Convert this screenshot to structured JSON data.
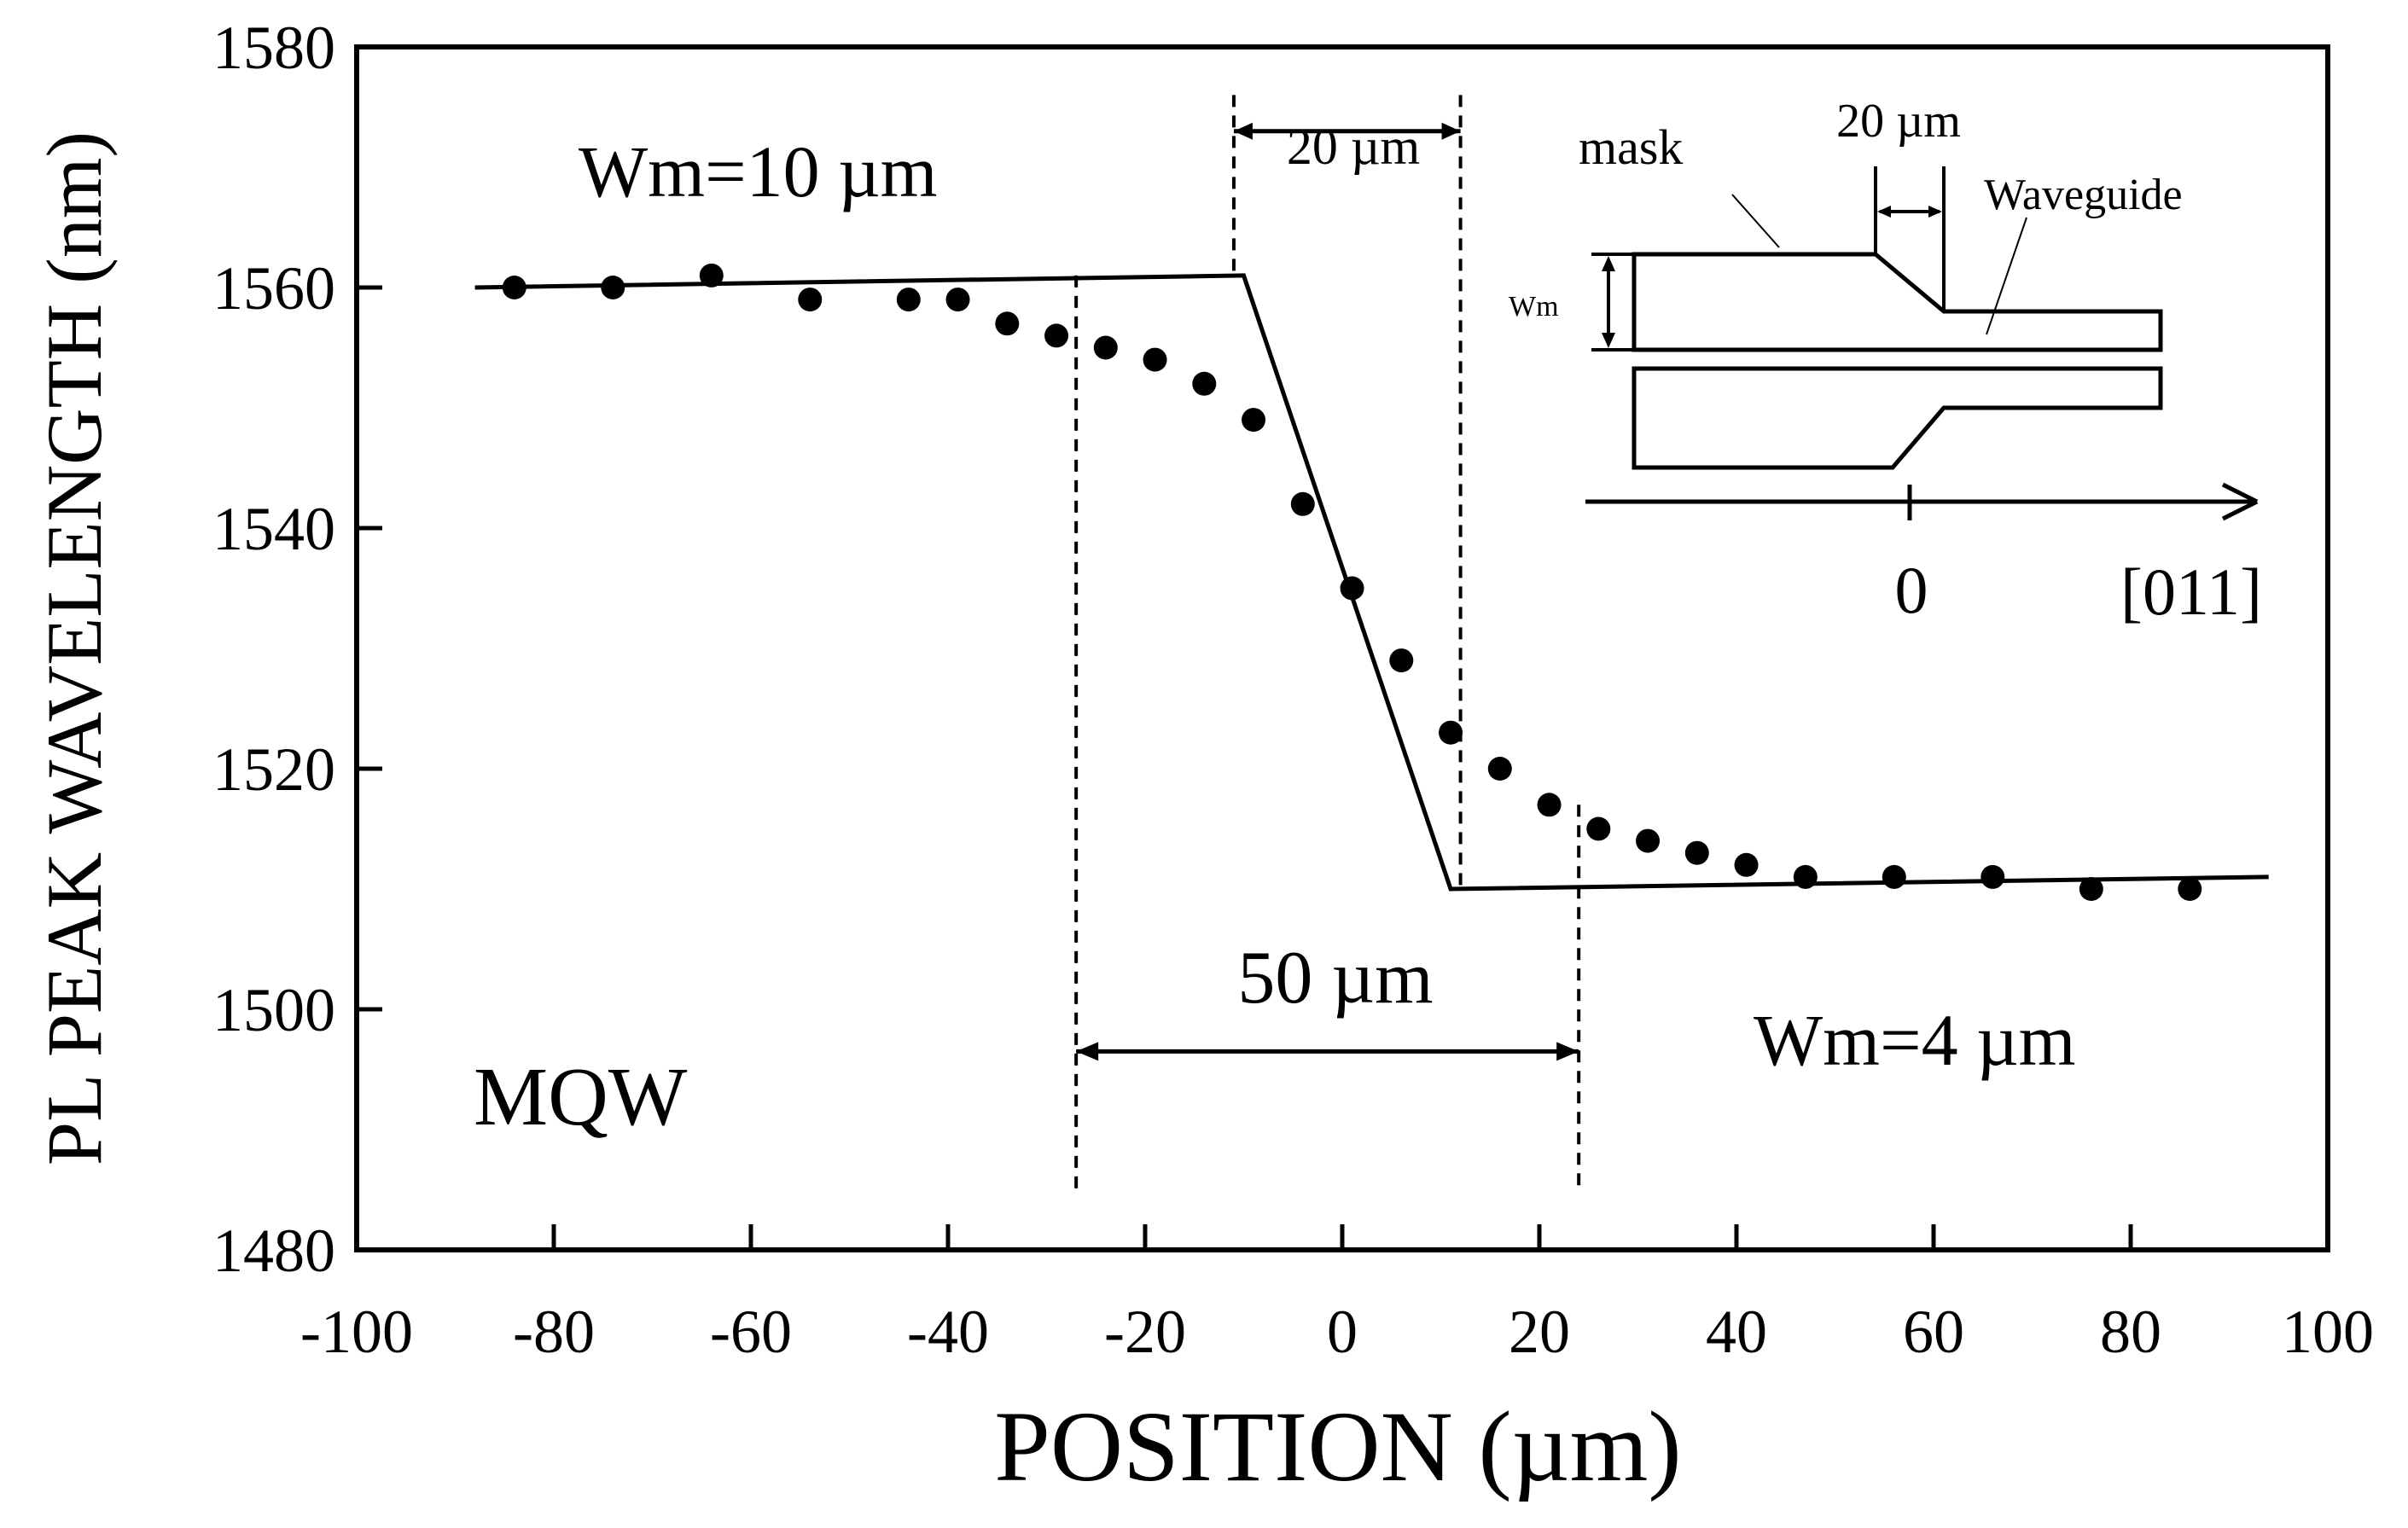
{
  "chart_data": {
    "type": "scatter",
    "xlabel": "POSITION (µm)",
    "ylabel": "PL PEAK WAVELENGTH (nm)",
    "xlim": [
      -100,
      100
    ],
    "ylim": [
      1480,
      1580
    ],
    "xticks": [
      -100,
      -80,
      -60,
      -40,
      -20,
      0,
      20,
      40,
      60,
      80,
      100
    ],
    "yticks": [
      1480,
      1500,
      1520,
      1540,
      1560,
      1580
    ],
    "grid": false,
    "series": [
      {
        "kind": "points",
        "x": [
          -84,
          -74,
          -64,
          -54,
          -44,
          -39,
          -34,
          -29,
          -24,
          -19,
          -14,
          -9,
          -4,
          1,
          6,
          11,
          16,
          21,
          26,
          31,
          36,
          41,
          47,
          56,
          66,
          76,
          86
        ],
        "y": [
          1560,
          1560,
          1561,
          1559,
          1559,
          1559,
          1557,
          1556,
          1555,
          1554,
          1552,
          1549,
          1542,
          1535,
          1529,
          1523,
          1520,
          1517,
          1515,
          1514,
          1513,
          1512,
          1511,
          1511,
          1511,
          1510,
          1510
        ]
      },
      {
        "kind": "line",
        "x": [
          -88,
          -10,
          11,
          94
        ],
        "y": [
          1560,
          1561,
          1510,
          1511
        ]
      }
    ],
    "guides": {
      "dashed_x": [
        -27,
        -11,
        12,
        24
      ],
      "span_20_label": "20 µm",
      "span_50_label": "50 µm"
    },
    "annotations": {
      "wm_left": "Wm=10 µm",
      "wm_right": "Wm=4 µm",
      "mqw": "MQW"
    },
    "inset": {
      "mask_label": "mask",
      "span_label": "20 µm",
      "waveguide_label": "Waveguide",
      "wm_label": "Wm",
      "zero_label": "0",
      "direction_label": "[011]"
    }
  }
}
